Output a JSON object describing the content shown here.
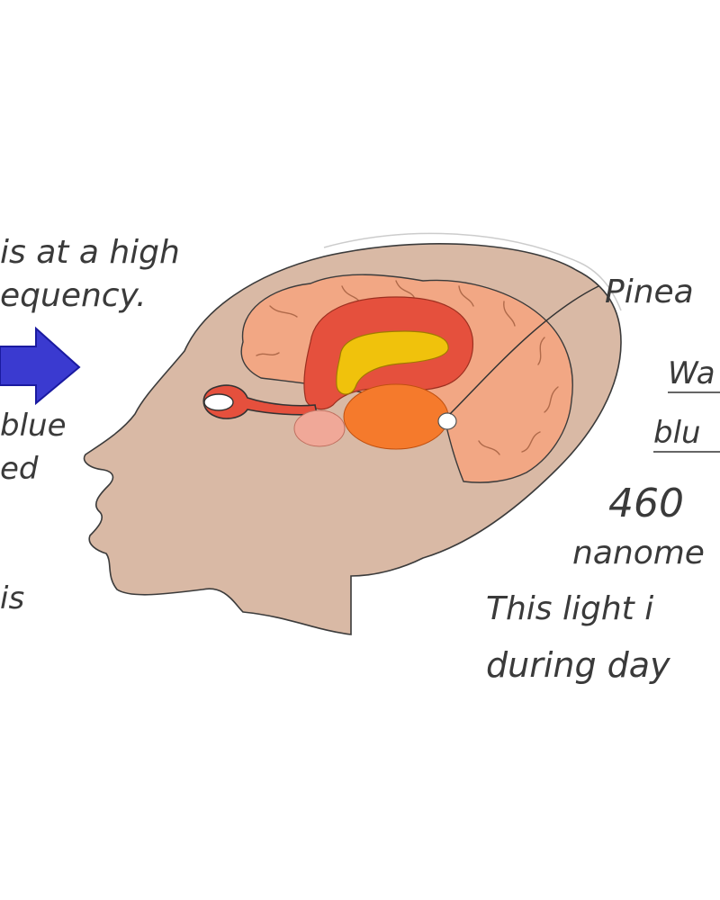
{
  "labels": {
    "left_line1": "is at a high",
    "left_line2": "equency.",
    "left_line3": "blue",
    "left_line4": "ed",
    "left_line5": "is",
    "right_title": "Pinea",
    "right_line1": "Wa",
    "right_line2": "blu",
    "right_number": "460",
    "right_unit": "nanome",
    "right_line3": "This light i",
    "right_line4": "during day"
  },
  "colors": {
    "head": "#d9b9a5",
    "head_stroke": "#3b3b3b",
    "brain": "#f2a784",
    "limbic": "#e5503d",
    "ventricle": "#f0c20c",
    "thalamus": "#f57a2c",
    "brainstem": "#f0a898",
    "pineal": "#ffffff",
    "arrow": "#3a3ad0",
    "arrow_dark": "#1a1aa0"
  }
}
